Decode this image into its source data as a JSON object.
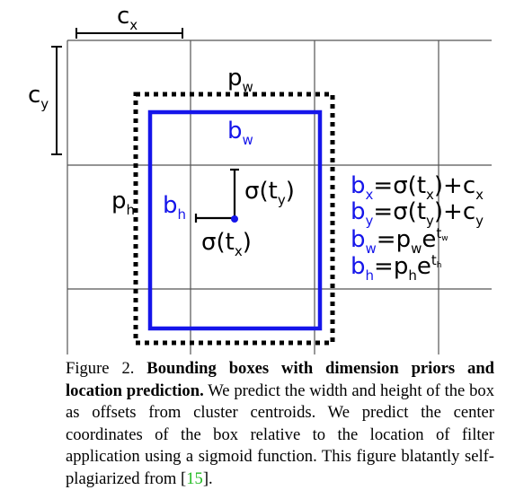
{
  "labels": {
    "cx": "c",
    "cx_sub": "x",
    "cy": "c",
    "cy_sub": "y",
    "pw": "p",
    "pw_sub": "w",
    "ph": "p",
    "ph_sub": "h",
    "bw": "b",
    "bw_sub": "w",
    "bh": "b",
    "bh_sub": "h",
    "sigma_ty_pre": "σ(t",
    "sigma_ty_sub": "y",
    "sigma_close": ")",
    "sigma_tx_pre": "σ(t",
    "sigma_tx_sub": "x"
  },
  "equations": {
    "bx": {
      "b": "b",
      "b_sub": "x",
      "rhs1": "=σ(t",
      "rhs1_sub": "x",
      "rhs2": ")+c",
      "rhs2_sub": "x"
    },
    "by": {
      "b": "b",
      "b_sub": "y",
      "rhs1": "=σ(t",
      "rhs1_sub": "y",
      "rhs2": ")+c",
      "rhs2_sub": "y"
    },
    "bw": {
      "b": "b",
      "b_sub": "w",
      "rhs1": "=p",
      "rhs1_sub": "w",
      "rhs2": "e",
      "sup": "t",
      "sup_sub": "w"
    },
    "bh": {
      "b": "b",
      "b_sub": "h",
      "rhs1": "=p",
      "rhs1_sub": "h",
      "rhs2": "e",
      "sup": "t",
      "sup_sub": "h"
    }
  },
  "caption": {
    "figure_label": "Figure 2.",
    "bold_title": "Bounding boxes with dimension priors and location prediction.",
    "body": "We predict the width and height of the box as offsets from cluster centroids. We predict the center coordinates of the box relative to the location of filter application using a sigmoid function. This figure blatantly self-plagiarized from [",
    "ref": "15",
    "end": "]."
  },
  "colors": {
    "box_blue": "#1515ea",
    "grid": "#555555",
    "ref_green": "#22bb22"
  }
}
